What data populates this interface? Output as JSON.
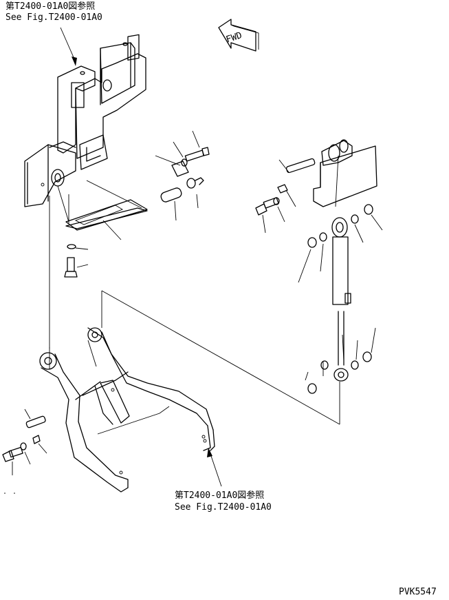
{
  "diagram": {
    "callout_top": {
      "line1": "第T2400-01A0図参照",
      "line2": "See Fig.T2400-01A0"
    },
    "callout_bottom": {
      "line1": "第T2400-01A0図参照",
      "line2": "See Fig.T2400-01A0"
    },
    "fwd_marker": "FWD",
    "drawing_code": "PVK5547"
  }
}
